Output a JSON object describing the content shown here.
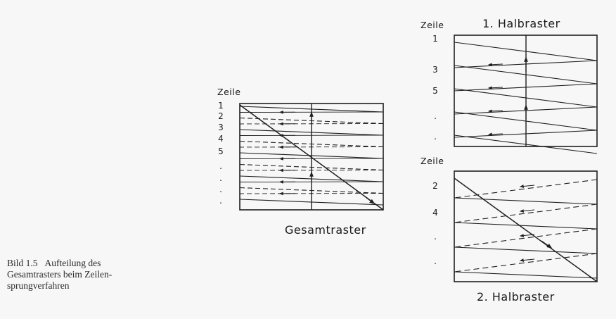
{
  "caption": {
    "number": "Bild 1.5",
    "lines": [
      "Aufteilung des",
      "Gesamtrasters beim Zeilen-",
      "sprungverfahren"
    ]
  },
  "gesamt": {
    "zeile_label": "Zeile",
    "row_numbers": [
      "1",
      "2",
      "3",
      "4",
      "5",
      ".",
      ".",
      ".",
      "."
    ],
    "title": "Gesamtraster"
  },
  "halb1": {
    "zeile_label": "Zeile",
    "title": "1. Halbraster",
    "row_numbers": [
      "1",
      "3",
      "5",
      ".",
      "."
    ]
  },
  "halb2": {
    "zeile_label": "Zeile",
    "title": "2. Halbraster",
    "row_numbers": [
      "2",
      "4",
      ".",
      "."
    ]
  },
  "colors": {
    "ink": "#1f1f1f",
    "background": "#f7f7f7"
  }
}
